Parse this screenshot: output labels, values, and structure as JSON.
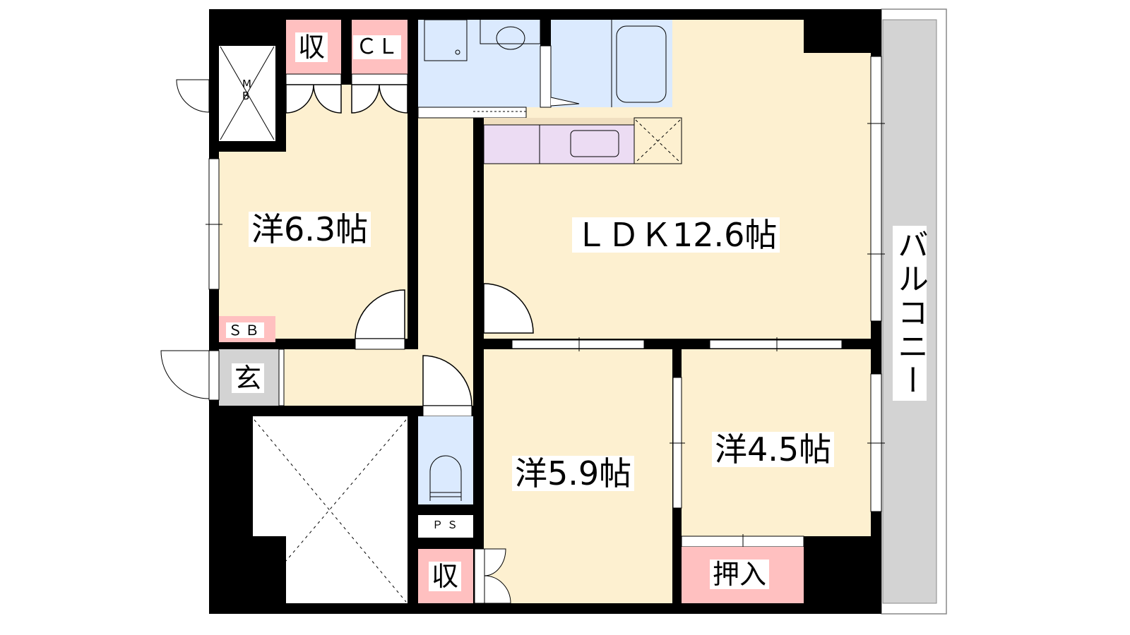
{
  "rooms": {
    "western_1": "洋6.3帖",
    "ldk": "ＬＤＫ12.6帖",
    "western_2": "洋5.9帖",
    "western_3": "洋4.5帖",
    "storage_top": "収",
    "closet": "ＣＬ",
    "meter_box": "MB",
    "shoe_box": "ＳＢ",
    "entrance": "玄",
    "pipe_space": "ＰＳ",
    "storage_bottom": "収",
    "oshiire": "押入",
    "balcony": "バルコニー"
  },
  "colors": {
    "room": "#fdf0d0",
    "wet": "#dbeafe",
    "storage": "#ffc0c0",
    "kitchen": "#ecdcf3",
    "entrance": "#d3d3d3",
    "balcony": "#d3d3d3",
    "wall": "#000000"
  }
}
